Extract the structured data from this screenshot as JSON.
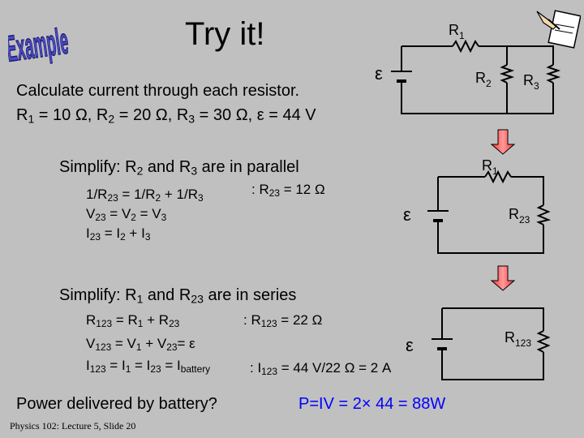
{
  "title": "Try it!",
  "example_logo": "Example",
  "problem": {
    "line1": "Calculate current through each resistor.",
    "line2": {
      "r1_label": "R",
      "r1_sub": "1",
      "r1_val": " = 10 Ω, ",
      "r2_label": "R",
      "r2_sub": "2",
      "r2_val": " = 20 Ω, ",
      "r3_label": "R",
      "r3_sub": "3",
      "r3_val": " = 30 Ω, ",
      "emf": "ε = 44 V"
    }
  },
  "step1": {
    "heading": {
      "a": "Simplify: R",
      "s1": "2",
      "b": " and R",
      "s2": "3",
      "c": " are in parallel"
    },
    "eq1": {
      "a": "1/R",
      "s1": "23",
      "b": " = 1/R",
      "s2": "2",
      "c": " + 1/R",
      "s3": "3"
    },
    "eq1_result": {
      "a": ": R",
      "s1": "23",
      "b": " = 12 Ω"
    },
    "eq2": {
      "a": "V",
      "s1": "23",
      "b": " = V",
      "s2": "2",
      "c": " = V",
      "s3": "3"
    },
    "eq3": {
      "a": "I",
      "s1": "23",
      "b": " = I",
      "s2": "2",
      "c": " + I",
      "s3": "3"
    }
  },
  "step2": {
    "heading": {
      "a": "Simplify: R",
      "s1": "1",
      "b": " and R",
      "s2": "23",
      "c": " are in series"
    },
    "eq1": {
      "a": "R",
      "s1": "123",
      "b": " = R",
      "s2": "1",
      "c": " + R",
      "s3": "23"
    },
    "eq1_result": {
      "a": ": R",
      "s1": "123",
      "b": " = 22 Ω"
    },
    "eq2": {
      "a": "V",
      "s1": "123",
      "b": " = V",
      "s2": "1",
      "c": " + V",
      "s3": "23",
      "d": "= ε"
    },
    "eq3": {
      "a": "I",
      "s1": "123",
      "b": " = I",
      "s2": "1",
      "c": " = I",
      "s3": "23",
      "d": " = I",
      "s4": "battery"
    },
    "eq3_result": {
      "a": ": I",
      "s1": "123",
      "b": " = 44 V/22 Ω = 2 A"
    }
  },
  "power": {
    "question": "Power delivered by battery?",
    "answer": "P=IV = 2× 44 = 88W"
  },
  "footer": "Physics 102: Lecture 5, Slide 20",
  "circuit1": {
    "emf": "ε",
    "r1": "R",
    "r1_sub": "1",
    "r2": "R",
    "r2_sub": "2",
    "r3": "R",
    "r3_sub": "3"
  },
  "circuit2": {
    "emf": "ε",
    "r1": "R",
    "r1_sub": "1",
    "r23": "R",
    "r23_sub": "23"
  },
  "circuit3": {
    "emf": "ε",
    "r123": "R",
    "r123_sub": "123"
  },
  "colors": {
    "background": "#c0c0c0",
    "logo": "#4b4bc8",
    "arrow": "#ff5a5a",
    "answer": "#0000ff"
  }
}
